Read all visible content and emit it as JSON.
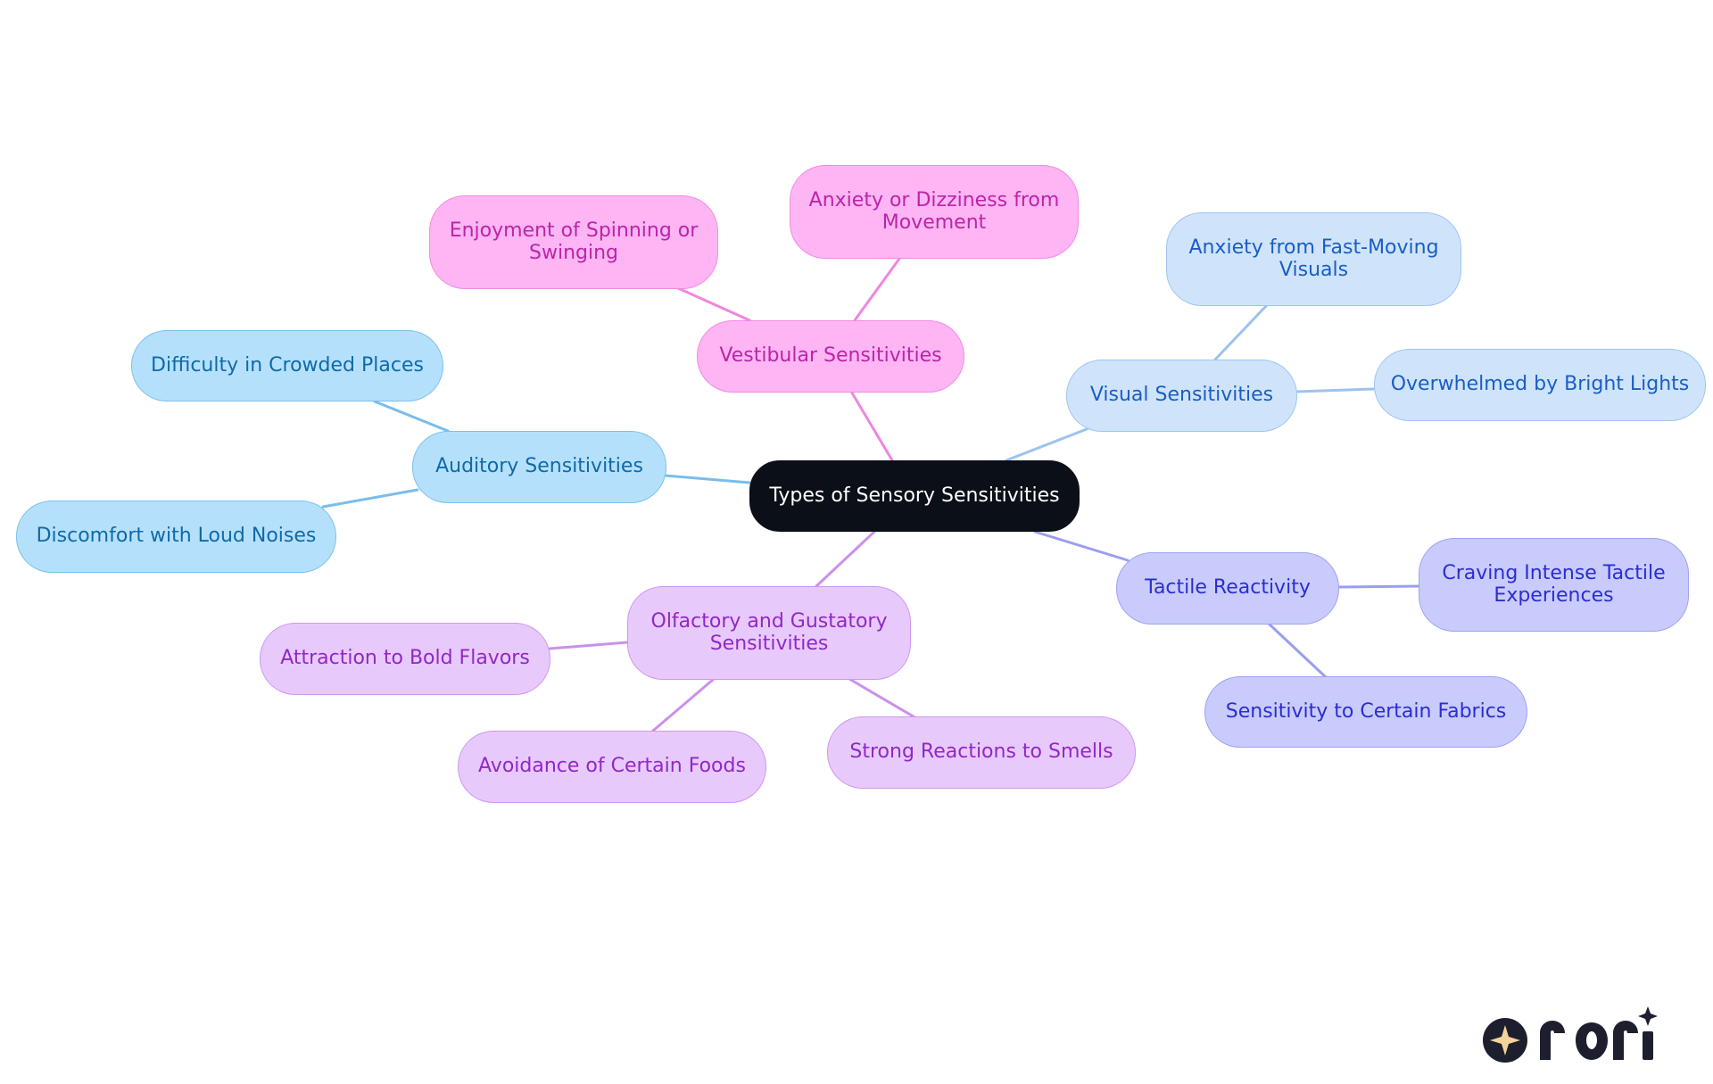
{
  "colors": {
    "root_bg": "#0b1018",
    "auditory_edge": "#79bdeb",
    "vestibular_edge": "#ef86df",
    "visual_edge": "#9cc3ee",
    "tactile_edge": "#9a9ef0",
    "olfactory_edge": "#cb90ed"
  },
  "mindmap": {
    "root": "Types of Sensory Sensitivities",
    "auditory": {
      "label": "Auditory Sensitivities",
      "children": [
        "Difficulty in Crowded Places",
        "Discomfort with Loud Noises"
      ]
    },
    "vestibular": {
      "label": "Vestibular Sensitivities",
      "children": [
        "Enjoyment of Spinning or Swinging",
        "Anxiety or Dizziness from Movement"
      ]
    },
    "visual": {
      "label": "Visual Sensitivities",
      "children": [
        "Anxiety from Fast-Moving Visuals",
        "Overwhelmed by Bright Lights"
      ]
    },
    "tactile": {
      "label": "Tactile Reactivity",
      "children": [
        "Craving Intense Tactile Experiences",
        "Sensitivity to Certain Fabrics"
      ]
    },
    "olfactory": {
      "label": "Olfactory and Gustatory Sensitivities",
      "children": [
        "Attraction to Bold Flavors",
        "Avoidance of Certain Foods",
        "Strong Reactions to Smells"
      ]
    }
  },
  "logo": {
    "icon": "sparkle-circle-icon"
  }
}
